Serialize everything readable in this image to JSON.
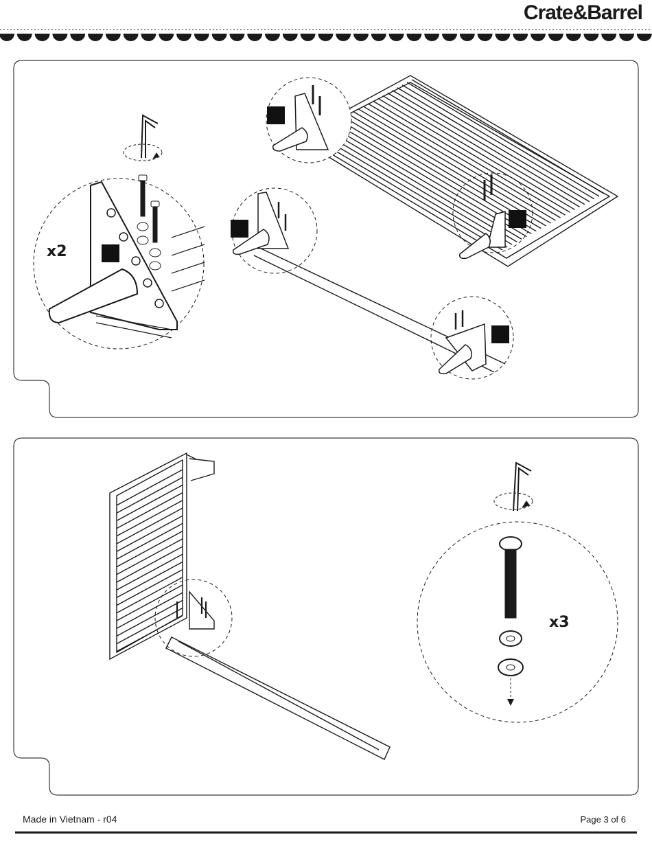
{
  "header": {
    "brand": "Crate&Barrel"
  },
  "panel1": {
    "multiplier": "x2"
  },
  "panel2": {
    "multiplier": "x3"
  },
  "footer": {
    "left": "Made in Vietnam - r04",
    "right": "Page 3 of 6"
  },
  "colors": {
    "ink": "#1a1a1a",
    "panel_border": "#3a3a3a",
    "fill_dark": "#111111"
  }
}
